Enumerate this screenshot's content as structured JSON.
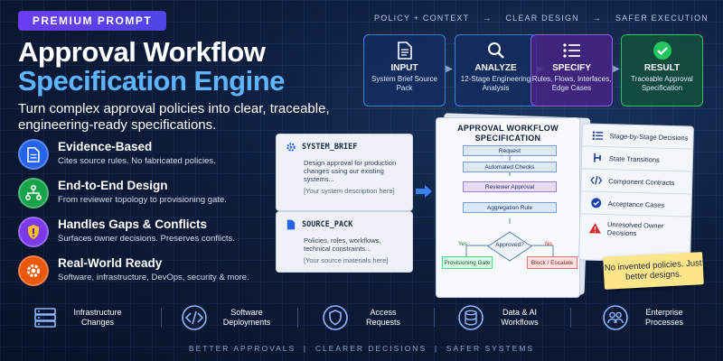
{
  "badge": "PREMIUM PROMPT",
  "title_line1": "Approval Workflow",
  "title_line2": "Specification Engine",
  "subtitle": "Turn complex approval policies into clear, traceable, engineering-ready specifications.",
  "flow_steps": [
    "POLICY + CONTEXT",
    "→",
    "CLEAR DESIGN",
    "→",
    "SAFER EXECUTION"
  ],
  "cards": [
    {
      "title": "INPUT",
      "desc": "System Brief Source Pack",
      "icon": "document-icon",
      "color": "#3b82f6"
    },
    {
      "title": "ANALYZE",
      "desc": "12-Stage Engineering Analysis",
      "icon": "magnifier-icon",
      "color": "#3b82f6"
    },
    {
      "title": "SPECIFY",
      "desc": "Rules, Flows, Interfaces, Edge Cases",
      "icon": "list-icon",
      "color": "#8b5cf6"
    },
    {
      "title": "RESULT",
      "desc": "Traceable Approval Specification",
      "icon": "check-circle-icon",
      "color": "#22c55e"
    }
  ],
  "features": [
    {
      "title": "Evidence-Based",
      "desc": "Cites source rules. No fabricated policies.",
      "icon": "document-icon",
      "color": "#2563eb"
    },
    {
      "title": "End-to-End Design",
      "desc": "From reviewer topology to provisioning gate.",
      "icon": "network-icon",
      "color": "#16a34a"
    },
    {
      "title": "Handles Gaps & Conflicts",
      "desc": "Surfaces owner decisions. Preserves conflicts.",
      "icon": "shield-alert-icon",
      "color": "#7c3aed"
    },
    {
      "title": "Real-World Ready",
      "desc": "Software, infrastructure, DevOps, security & more.",
      "icon": "gear-icon",
      "color": "#ea580c"
    }
  ],
  "system_brief": {
    "label": "SYSTEM_BRIEF",
    "text": "Design approval for production changes using our existing systems...",
    "placeholder": "[Your system description here]"
  },
  "source_pack": {
    "label": "SOURCE_PACK",
    "text": "Policies, roles, workflows, technical constraints...",
    "placeholder": "[Your source materials here]"
  },
  "spec": {
    "title": "APPROVAL WORKFLOW SPECIFICATION",
    "nodes": [
      "Request",
      "Automated Checks",
      "Reviewer Approval",
      "Aggregation Rule"
    ],
    "decision": "Approved?",
    "yes": "Yes",
    "no": "No",
    "yes_end": "Provisioning Gate",
    "no_end": "Block / Escalate"
  },
  "outputs": [
    {
      "label": "Stage-by-Stage Decisions",
      "icon": "list-icon"
    },
    {
      "label": "State Transitions",
      "icon": "branch-icon"
    },
    {
      "label": "Component Contracts",
      "icon": "code-icon"
    },
    {
      "label": "Acceptance Cases",
      "icon": "check-circle-icon"
    },
    {
      "label": "Unresolved Owner Decisions",
      "icon": "warning-icon"
    }
  ],
  "note": "No invented policies. Just better designs.",
  "use_cases": [
    {
      "label": "Infrastructure Changes",
      "icon": "server-icon"
    },
    {
      "label": "Software Deployments",
      "icon": "code-icon"
    },
    {
      "label": "Access Requests",
      "icon": "shield-icon"
    },
    {
      "label": "Data & AI Workflows",
      "icon": "database-icon"
    },
    {
      "label": "Enterprise Processes",
      "icon": "users-icon"
    }
  ],
  "tagline": "BETTER APPROVALS  |  CLEARER DECISIONS  |  SAFER SYSTEMS"
}
